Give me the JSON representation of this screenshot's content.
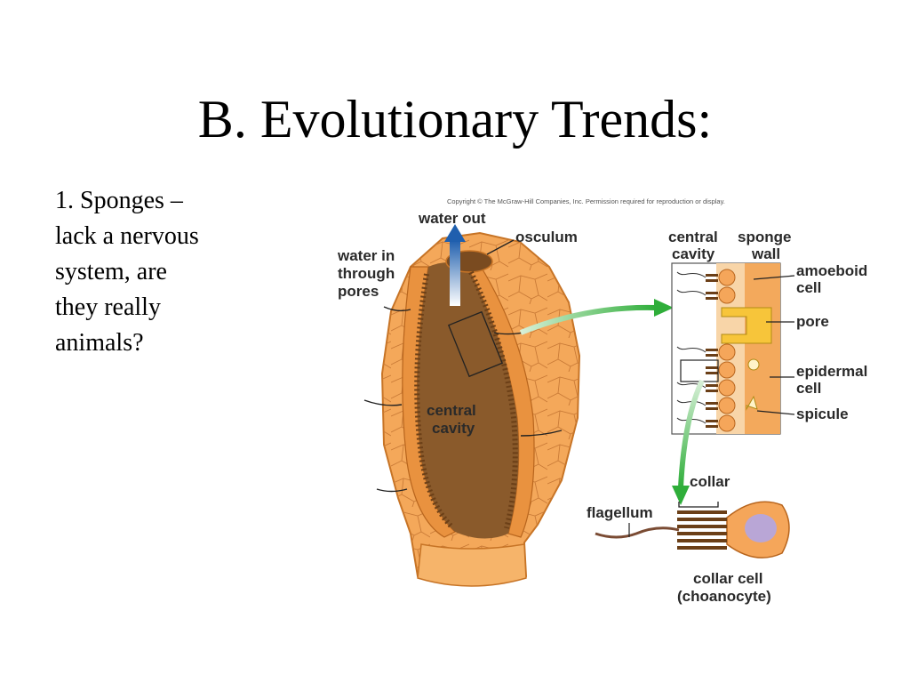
{
  "slide": {
    "title": "B. Evolutionary Trends:",
    "bullet_lines": [
      "1. Sponges –",
      "lack a nervous",
      "system, are",
      "they really",
      "animals?"
    ]
  },
  "figure": {
    "copyright": "Copyright © The McGraw-Hill Companies, Inc. Permission required for reproduction or display.",
    "labels": {
      "water_out": "water out",
      "osculum": "osculum",
      "water_in": [
        "water in",
        "through",
        "pores"
      ],
      "central_cavity_main": [
        "central",
        "cavity"
      ],
      "central_cavity_inset": [
        "central",
        "cavity"
      ],
      "sponge_wall": [
        "sponge",
        "wall"
      ],
      "amoeboid_cell": [
        "amoeboid",
        "cell"
      ],
      "pore": "pore",
      "epidermal_cell": [
        "epidermal",
        "cell"
      ],
      "spicule": "spicule",
      "collar": "collar",
      "flagellum": "flagellum",
      "collar_cell": [
        "collar cell",
        "(choanocyte)"
      ]
    },
    "colors": {
      "body_orange": "#f4a85a",
      "cavity_brown": "#8a5a2b",
      "arrow_green": "#3cb43c",
      "arrow_blue": "#2a6fb8",
      "nucleus_lavender": "#b9a6d6"
    }
  }
}
